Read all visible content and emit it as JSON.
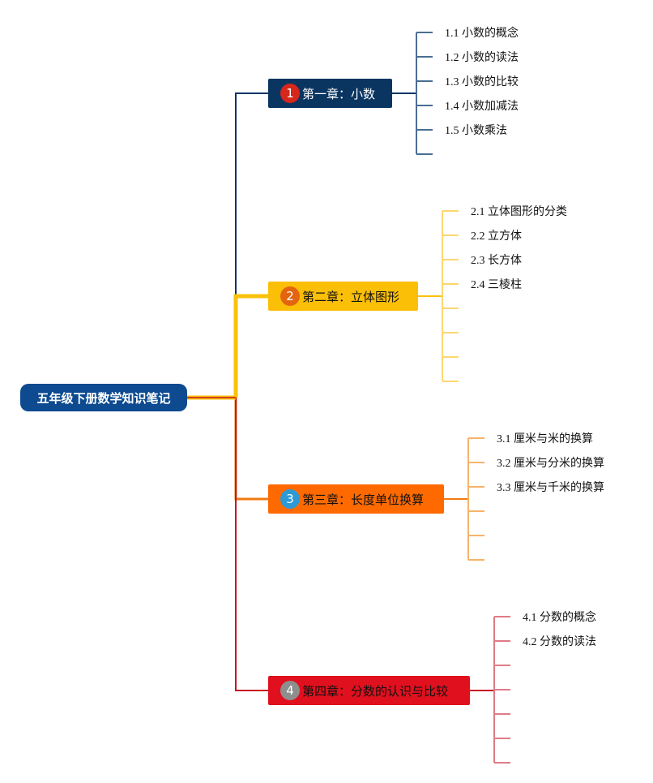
{
  "root": {
    "title": "五年级下册数学知识笔记"
  },
  "chapters": [
    {
      "badge": "1",
      "title": "第一章：小数",
      "color": "#0a3561",
      "badge_color": "#d7261b",
      "text_color": "#ffffff",
      "line_color": "#0a3561",
      "leaf_line_color": "#4a6e92",
      "items": [
        "1.1 小数的概念",
        "1.2 小数的读法",
        "1.3 小数的比较",
        "1.4 小数加减法",
        "1.5 小数乘法"
      ],
      "slots": 6
    },
    {
      "badge": "2",
      "title": "第二章：立体图形",
      "color": "#fcbf07",
      "badge_color": "#e3650f",
      "text_color": "#111111",
      "line_color": "#f9c10a",
      "leaf_line_color": "#fcd770",
      "items": [
        "2.1 立体图形的分类",
        "2.2 立方体",
        "2.3 长方体",
        "2.4 三棱柱"
      ],
      "slots": 8
    },
    {
      "badge": "3",
      "title": "第三章：长度单位换算",
      "color": "#ff6a00",
      "badge_color": "#2d9ad6",
      "text_color": "#111111",
      "line_color": "#f07a10",
      "leaf_line_color": "#f6b36b",
      "items": [
        "3.1 厘米与米的换算",
        "3.2 厘米与分米的换算",
        "3.3 厘米与千米的换算"
      ],
      "slots": 6
    },
    {
      "badge": "4",
      "title": "第四章：分数的认识与比较",
      "color": "#e0101e",
      "badge_color": "#8e8e8e",
      "text_color": "#111111",
      "line_color": "#c81521",
      "leaf_line_color": "#e07b87",
      "items": [
        "4.1 分数的概念",
        "4.2 分数的读法"
      ],
      "slots": 7
    }
  ]
}
